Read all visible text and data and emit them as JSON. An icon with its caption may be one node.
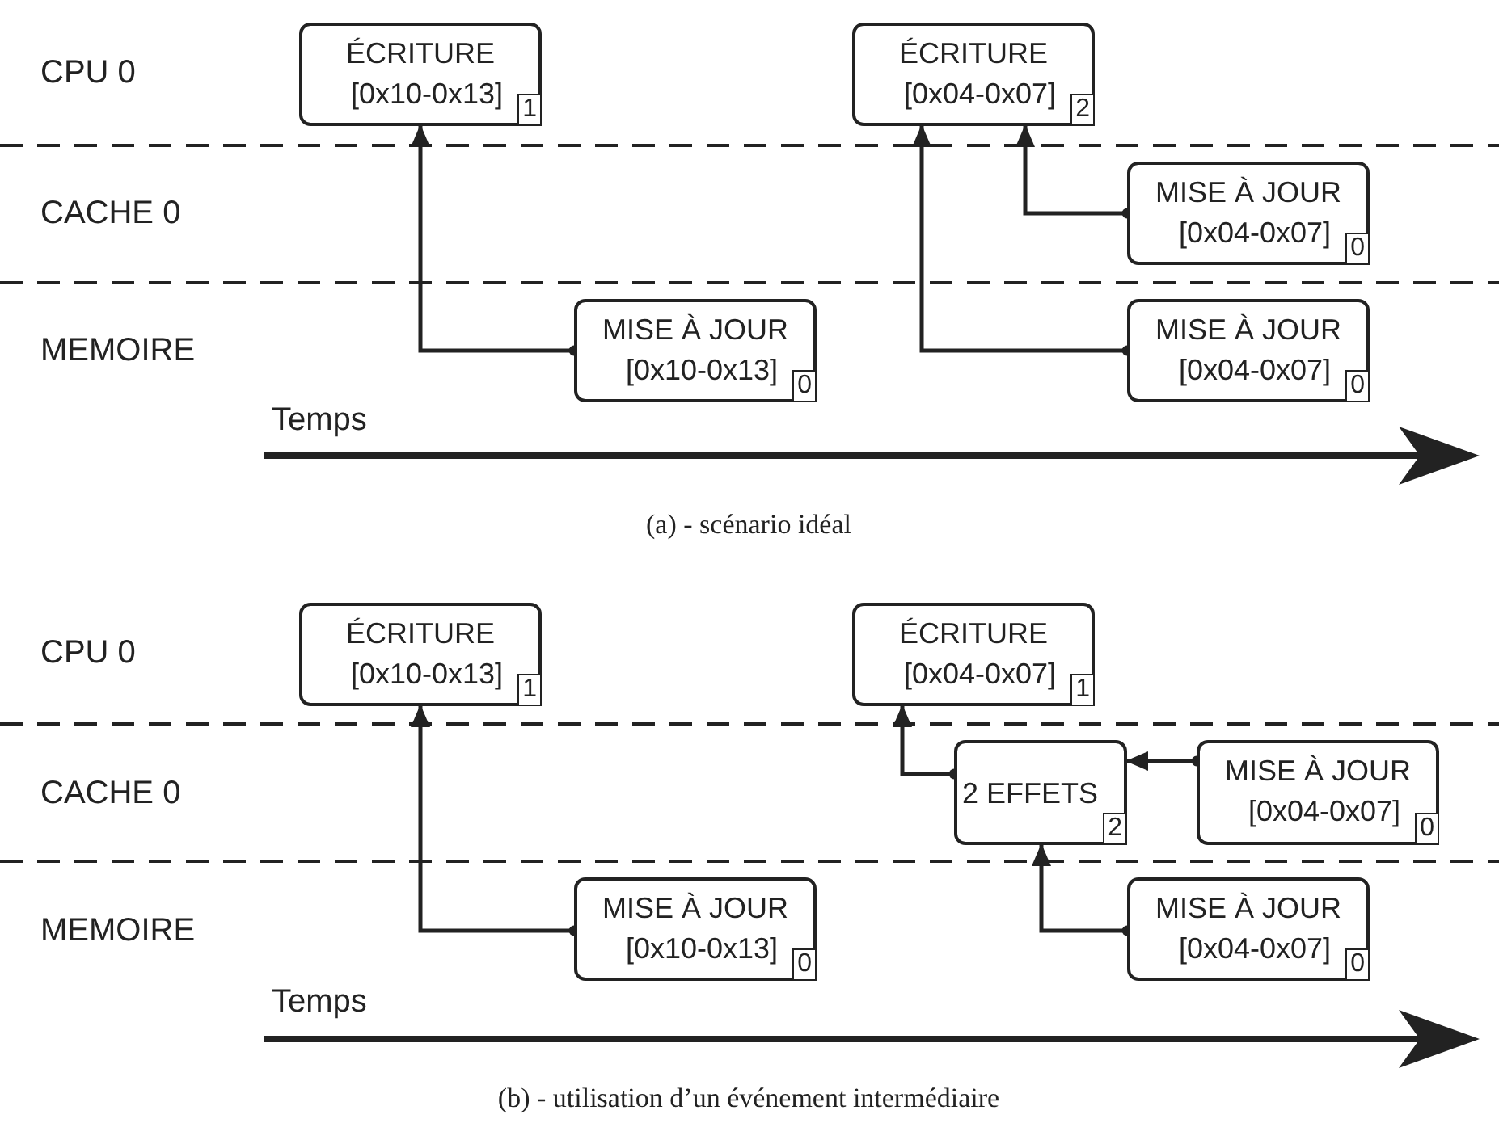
{
  "diagram": {
    "nodes": [
      {
        "text": [
          "ÉCRITURE",
          "[0x10-0x13]",
          "1"
        ]
      },
      {
        "text": [
          "ÉCRITURE",
          "[0x04-0x07]",
          "2"
        ]
      },
      {
        "text": [
          "MISE À JOUR",
          "[0x04-0x07]",
          "0"
        ]
      },
      {
        "text": [
          "MISE À JOUR",
          "[0x10-0x13]",
          "0"
        ]
      },
      {
        "text": [
          "MISE À JOUR",
          "[0x04-0x07]",
          "0"
        ]
      },
      {
        "text": [
          "ÉCRITURE",
          "[0x10-0x13]",
          "1"
        ]
      },
      {
        "text": [
          "ÉCRITURE",
          "[0x04-0x07]",
          "1"
        ]
      },
      {
        "text": [
          "2 EFFETS",
          "2"
        ]
      },
      {
        "text": [
          "MISE À JOUR",
          "[0x04-0x07]",
          "0"
        ]
      },
      {
        "text": [
          "MISE À JOUR",
          "[0x10-0x13]",
          "0"
        ]
      },
      {
        "text": [
          "MISE À JOUR",
          "[0x04-0x07]",
          "0"
        ]
      }
    ],
    "edges": [
      {
        "from": 3,
        "to": 0,
        "arrow": "to"
      },
      {
        "from": 2,
        "to": 1,
        "arrow": "to"
      },
      {
        "from": 4,
        "to": 1,
        "arrow": "to"
      },
      {
        "from": 9,
        "to": 5,
        "arrow": "to"
      },
      {
        "from": 8,
        "to": 7,
        "arrow": "to"
      },
      {
        "from": 7,
        "to": 6,
        "arrow": "to"
      },
      {
        "from": 10,
        "to": 7,
        "arrow": "to"
      }
    ],
    "labels": [
      "CPU 0",
      "CACHE 0",
      "MEMOIRE",
      "Temps",
      "(a) - scénario idéal",
      "CPU 0",
      "CACHE 0",
      "MEMOIRE",
      "Temps",
      "(b) - utilisation d’un événement intermédiaire"
    ]
  }
}
